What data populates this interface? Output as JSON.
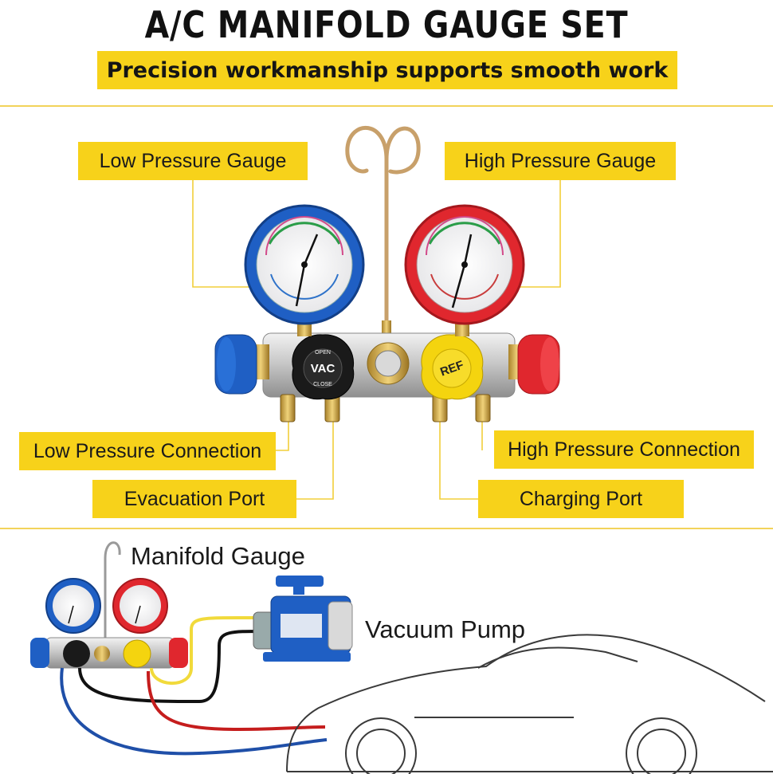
{
  "header": {
    "title": "A/C MANIFOLD GAUGE SET",
    "subtitle": "Precision workmanship supports smooth work"
  },
  "callouts": {
    "low_pressure_gauge": "Low Pressure Gauge",
    "high_pressure_gauge": "High Pressure Gauge",
    "low_pressure_connection": "Low Pressure Connection",
    "high_pressure_connection": "High Pressure Connection",
    "evacuation_port": "Evacuation Port",
    "charging_port": "Charging Port"
  },
  "knobs": {
    "vac": "VAC",
    "ref": "REF",
    "open": "OPEN",
    "close": "CLOSE"
  },
  "diagram": {
    "manifold_gauge": "Manifold Gauge",
    "vacuum_pump": "Vacuum Pump"
  },
  "colors": {
    "accent_yellow": "#f7d21a",
    "low_side_blue": "#1f5fc4",
    "high_side_red": "#e0272e"
  }
}
